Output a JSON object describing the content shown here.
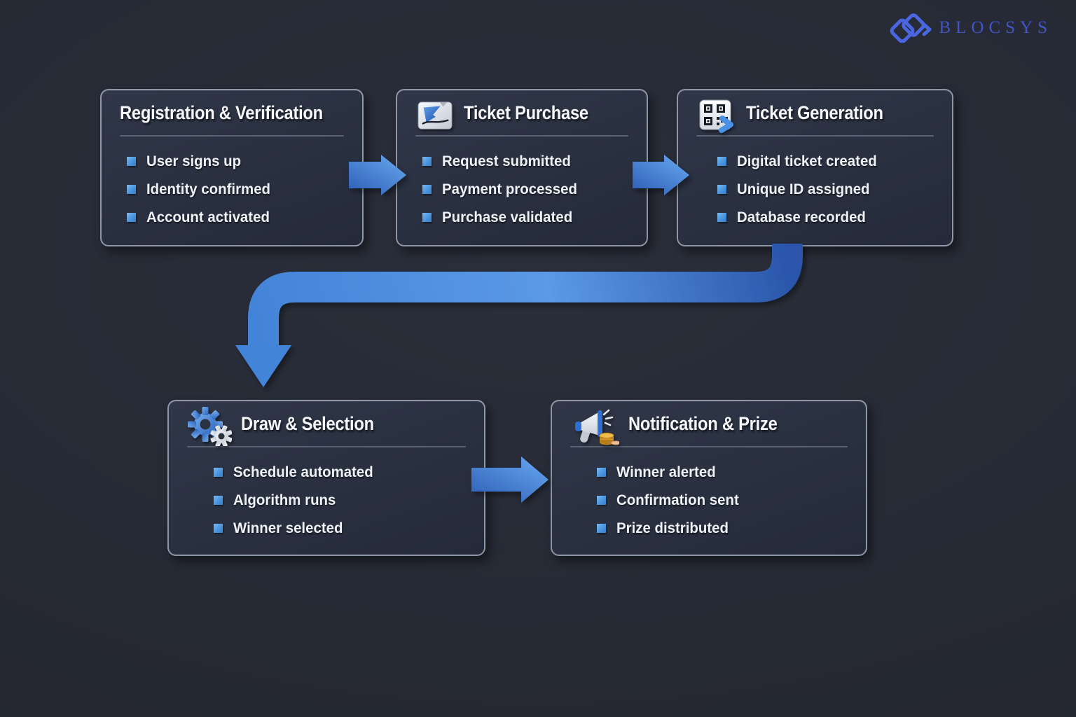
{
  "logo": {
    "text": "BLOCSYS",
    "mark": "interlocking-diamonds-chevron",
    "color": "#4254c9"
  },
  "nodes": [
    {
      "id": "registration-verification",
      "title": "Registration & Verification",
      "icon": null,
      "items": [
        "User signs up",
        "Identity confirmed",
        "Account activated"
      ]
    },
    {
      "id": "ticket-purchase",
      "title": "Ticket Purchase",
      "icon": "ticket-card-icon",
      "items": [
        "Request submitted",
        "Payment processed",
        "Purchase validated"
      ]
    },
    {
      "id": "ticket-generation",
      "title": "Ticket Generation",
      "icon": "qr-code-icon",
      "items": [
        "Digital ticket created",
        "Unique ID assigned",
        "Database recorded"
      ]
    },
    {
      "id": "draw-selection",
      "title": "Draw & Selection",
      "icon": "gears-icon",
      "items": [
        "Schedule automated",
        "Algorithm runs",
        "Winner selected"
      ]
    },
    {
      "id": "notification-prize",
      "title": "Notification & Prize",
      "icon": "megaphone-coins-icon",
      "items": [
        "Winner alerted",
        "Confirmation sent",
        "Prize distributed"
      ]
    }
  ],
  "flow": {
    "connections": [
      {
        "from": "registration-verification",
        "to": "ticket-purchase",
        "shape": "straight-right"
      },
      {
        "from": "ticket-purchase",
        "to": "ticket-generation",
        "shape": "straight-right"
      },
      {
        "from": "ticket-generation",
        "to": "draw-selection",
        "shape": "curved-down-left"
      },
      {
        "from": "draw-selection",
        "to": "notification-prize",
        "shape": "straight-right"
      }
    ]
  },
  "colors": {
    "background": "#262a35",
    "card_background": "#293040",
    "card_border": "#a0a8b8",
    "divider": "#5a6274",
    "title_text": "#f5f7fb",
    "item_text": "#eef1f6",
    "bullet": "#4693dd",
    "arrow_dark": "#2c5cb4",
    "arrow_light": "#5f9de9",
    "logo_blue": "#4254c9"
  }
}
